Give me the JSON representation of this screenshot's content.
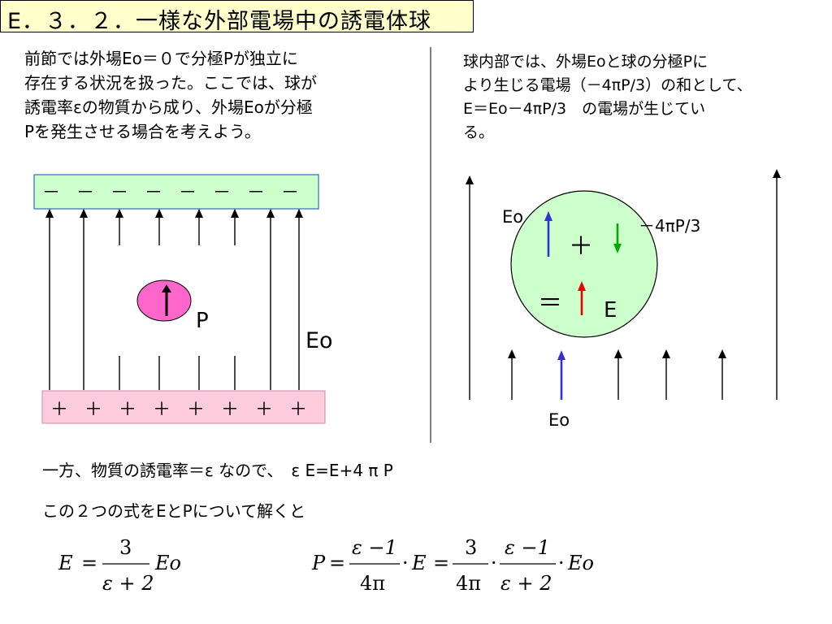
{
  "title": "E．３．２．一様な外部電場中の誘電体球",
  "left_paragraph": "前節では外場Eo＝０で分極Pが独立に\n存在する状況を扱った。ここでは、球が\n誘電率εの物質から成り、外場Eoが分極\nPを発生させる場合を考えよう。",
  "right_paragraph": "球内部では、外場Eoと球の分極Pに\nより生じる電場（－4πP/3）の和として、\nE＝Eo－4πP/3　の電場が生じてい\nる。",
  "left_diagram": {
    "top_plate_signs": [
      "－",
      "－",
      "－",
      "－",
      "－",
      "－",
      "－",
      "－"
    ],
    "bottom_plate_signs": [
      "＋",
      "＋",
      "＋",
      "＋",
      "＋",
      "＋",
      "＋",
      "＋"
    ],
    "polarization_label": "P",
    "field_label": "Eo",
    "colors": {
      "top_plate": "#ccffcc",
      "top_plate_border": "#3366cc",
      "bottom_plate": "#ffccdd",
      "ellipse": "#ff66cc"
    }
  },
  "right_diagram": {
    "label_eo_top": "Eo",
    "label_minus_4pip3": "－4πP/3",
    "plus_sign": "＋",
    "equals_sign": "＝",
    "label_e": "E",
    "label_eo_bottom": "Eo",
    "colors": {
      "sphere": "#ccffcc",
      "eo_arrow": "#3333cc",
      "minus_arrow": "#00aa00",
      "e_arrow": "#ee0000"
    }
  },
  "bottom_line1": "一方、物質の誘電率＝ε なので、　ε E=E+4 π P",
  "bottom_line2": "この２つの式をEとPについて解くと",
  "formula1": {
    "lhs": "E",
    "eq": "=",
    "num": "3",
    "den": "ε + 2",
    "tail": "Eo"
  },
  "formula2": {
    "lhs": "P",
    "eq": "=",
    "num1": "ε −1",
    "den1": "4π",
    "dot1": "·",
    "mid": "E",
    "eq2": "=",
    "num2": "3",
    "den2": "4π",
    "dot2": "·",
    "num3": "ε −1",
    "den3": "ε + 2",
    "dot3": "·",
    "tail": "Eo"
  }
}
